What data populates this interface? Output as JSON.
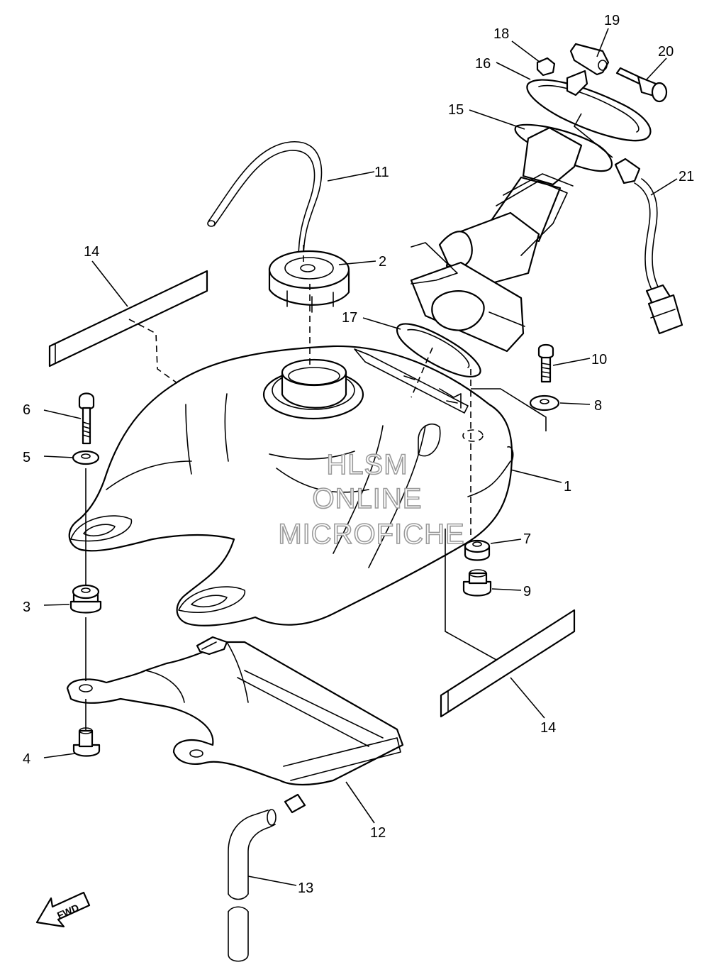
{
  "diagram": {
    "callouts": [
      {
        "id": "c1",
        "label": "1"
      },
      {
        "id": "c2",
        "label": "2"
      },
      {
        "id": "c3",
        "label": "3"
      },
      {
        "id": "c4",
        "label": "4"
      },
      {
        "id": "c5",
        "label": "5"
      },
      {
        "id": "c6",
        "label": "6"
      },
      {
        "id": "c7",
        "label": "7"
      },
      {
        "id": "c8",
        "label": "8"
      },
      {
        "id": "c9",
        "label": "9"
      },
      {
        "id": "c10",
        "label": "10"
      },
      {
        "id": "c11",
        "label": "11"
      },
      {
        "id": "c12",
        "label": "12"
      },
      {
        "id": "c13",
        "label": "13"
      },
      {
        "id": "c14a",
        "label": "14"
      },
      {
        "id": "c14b",
        "label": "14"
      },
      {
        "id": "c15",
        "label": "15"
      },
      {
        "id": "c16",
        "label": "16"
      },
      {
        "id": "c17",
        "label": "17"
      },
      {
        "id": "c18",
        "label": "18"
      },
      {
        "id": "c19",
        "label": "19"
      },
      {
        "id": "c20",
        "label": "20"
      },
      {
        "id": "c21",
        "label": "21"
      }
    ],
    "watermark": {
      "line1": "HLSM",
      "line2": "ONLINE",
      "line3": "MICROFICHE"
    },
    "fwd_label": "FWD"
  }
}
